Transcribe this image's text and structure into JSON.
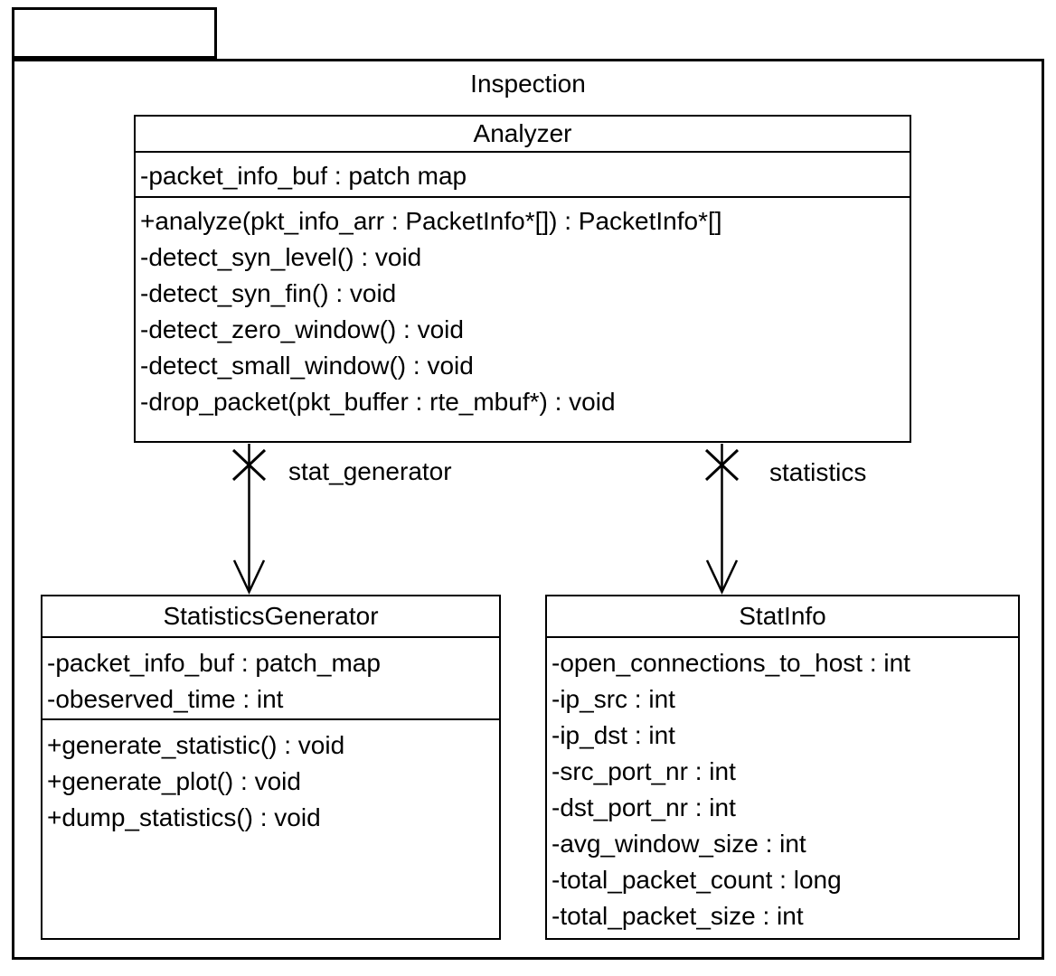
{
  "package": {
    "name": "Inspection"
  },
  "classes": {
    "analyzer": {
      "name": "Analyzer",
      "attributes": [
        "-packet_info_buf : patch map"
      ],
      "methods": [
        "+analyze(pkt_info_arr : PacketInfo*[]) : PacketInfo*[]",
        "-detect_syn_level() : void",
        "-detect_syn_fin() : void",
        "-detect_zero_window() : void",
        "-detect_small_window() : void",
        "-drop_packet(pkt_buffer : rte_mbuf*) : void"
      ]
    },
    "statistics_generator": {
      "name": "StatisticsGenerator",
      "attributes": [
        "-packet_info_buf : patch_map",
        "-obeserved_time : int"
      ],
      "methods": [
        "+generate_statistic() : void",
        "+generate_plot() : void",
        "+dump_statistics() : void"
      ]
    },
    "stat_info": {
      "name": "StatInfo",
      "attributes": [
        "-open_connections_to_host : int",
        "-ip_src : int",
        "-ip_dst : int",
        "-src_port_nr : int",
        "-dst_port_nr : int",
        "-avg_window_size : int",
        "-total_packet_count : long",
        "-total_packet_size : int"
      ],
      "methods": []
    }
  },
  "associations": [
    {
      "label": "stat_generator",
      "from": "Analyzer",
      "to": "StatisticsGenerator",
      "source_adornment": "non-navigable-x",
      "target_adornment": "open-arrowhead"
    },
    {
      "label": "statistics",
      "from": "Analyzer",
      "to": "StatInfo",
      "source_adornment": "non-navigable-x",
      "target_adornment": "open-arrowhead"
    }
  ],
  "colors": {
    "line": "#000000",
    "background": "#ffffff",
    "text": "#000000"
  }
}
